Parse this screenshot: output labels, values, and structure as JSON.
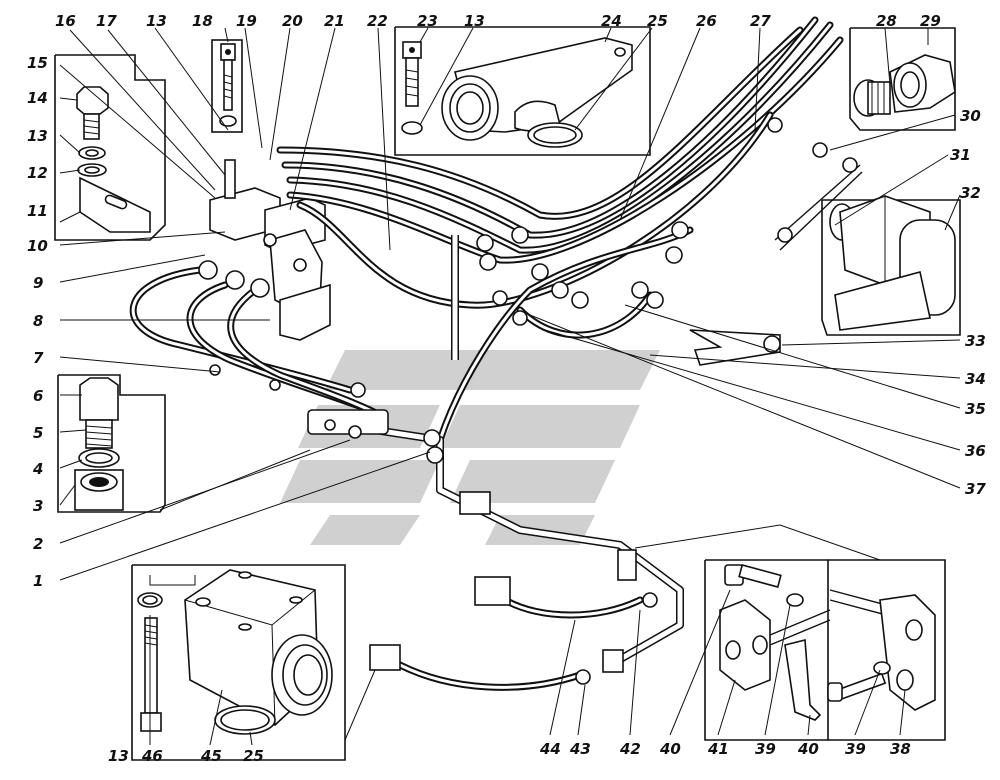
{
  "figure": {
    "callouts": [
      {
        "id": "c1",
        "text": "1"
      },
      {
        "id": "c2",
        "text": "2"
      },
      {
        "id": "c3",
        "text": "3"
      },
      {
        "id": "c4",
        "text": "4"
      },
      {
        "id": "c5",
        "text": "5"
      },
      {
        "id": "c6",
        "text": "6"
      },
      {
        "id": "c7",
        "text": "7"
      },
      {
        "id": "c8",
        "text": "8"
      },
      {
        "id": "c9",
        "text": "9"
      },
      {
        "id": "c10",
        "text": "10"
      },
      {
        "id": "c11",
        "text": "11"
      },
      {
        "id": "c12",
        "text": "12"
      },
      {
        "id": "c13a",
        "text": "13"
      },
      {
        "id": "c14",
        "text": "14"
      },
      {
        "id": "c15",
        "text": "15"
      },
      {
        "id": "c16",
        "text": "16"
      },
      {
        "id": "c17",
        "text": "17"
      },
      {
        "id": "c13b",
        "text": "13"
      },
      {
        "id": "c18",
        "text": "18"
      },
      {
        "id": "c19",
        "text": "19"
      },
      {
        "id": "c20",
        "text": "20"
      },
      {
        "id": "c21",
        "text": "21"
      },
      {
        "id": "c22",
        "text": "22"
      },
      {
        "id": "c23",
        "text": "23"
      },
      {
        "id": "c13c",
        "text": "13"
      },
      {
        "id": "c24",
        "text": "24"
      },
      {
        "id": "c25a",
        "text": "25"
      },
      {
        "id": "c26",
        "text": "26"
      },
      {
        "id": "c27",
        "text": "27"
      },
      {
        "id": "c28",
        "text": "28"
      },
      {
        "id": "c29",
        "text": "29"
      },
      {
        "id": "c30",
        "text": "30"
      },
      {
        "id": "c31",
        "text": "31"
      },
      {
        "id": "c32",
        "text": "32"
      },
      {
        "id": "c33",
        "text": "33"
      },
      {
        "id": "c34",
        "text": "34"
      },
      {
        "id": "c35",
        "text": "35"
      },
      {
        "id": "c36",
        "text": "36"
      },
      {
        "id": "c37",
        "text": "37"
      },
      {
        "id": "c13d",
        "text": "13"
      },
      {
        "id": "c46",
        "text": "46"
      },
      {
        "id": "c45",
        "text": "45"
      },
      {
        "id": "c25b",
        "text": "25"
      },
      {
        "id": "c44",
        "text": "44"
      },
      {
        "id": "c43",
        "text": "43"
      },
      {
        "id": "c42",
        "text": "42"
      },
      {
        "id": "c40a",
        "text": "40"
      },
      {
        "id": "c41",
        "text": "41"
      },
      {
        "id": "c39a",
        "text": "39"
      },
      {
        "id": "c40b",
        "text": "40"
      },
      {
        "id": "c39b",
        "text": "39"
      },
      {
        "id": "c38",
        "text": "38"
      }
    ],
    "colors": {
      "ink": "#111111",
      "paper": "#ffffff",
      "watermark": "#c8c8c8"
    }
  }
}
